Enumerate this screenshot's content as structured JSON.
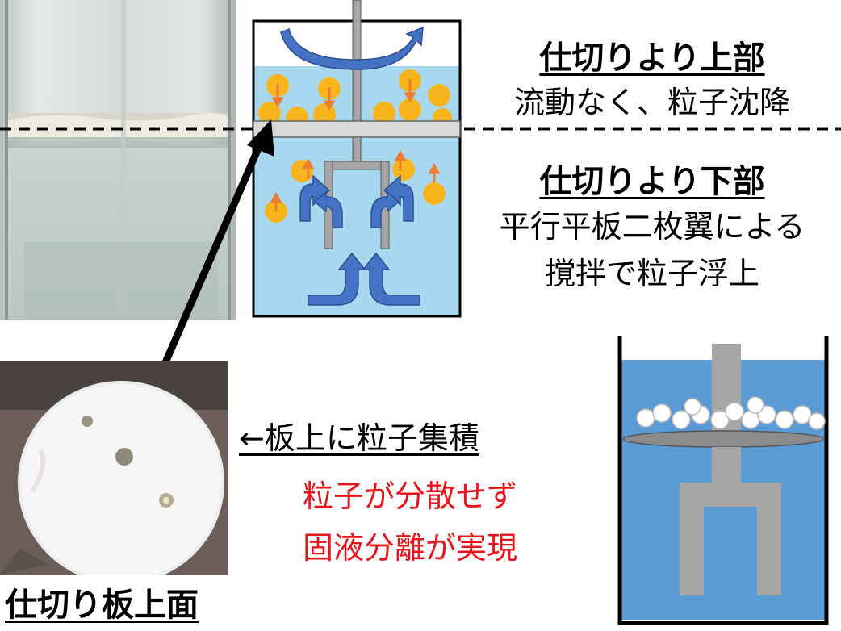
{
  "labels": {
    "upper_heading": "仕切りより上部",
    "upper_desc": "流動なく、粒子沈降",
    "lower_heading": "仕切りより下部",
    "lower_desc_line1": "平行平板二枚翼による",
    "lower_desc_line2": "撹拌で粒子浮上",
    "accumulation": "←板上に粒子集積",
    "result_line1": "粒子が分散せず",
    "result_line2": "固液分離が実現",
    "plate_caption": "仕切り板上面"
  },
  "colors": {
    "water_light": "#a8d8ef",
    "water_dark": "#5b9bd5",
    "particle": "#f7b41d",
    "flow_arrow": "#4472c4",
    "particle_arrow": "#ed7d31",
    "impeller": "#a6a6a6",
    "result_text": "#e8141b"
  }
}
